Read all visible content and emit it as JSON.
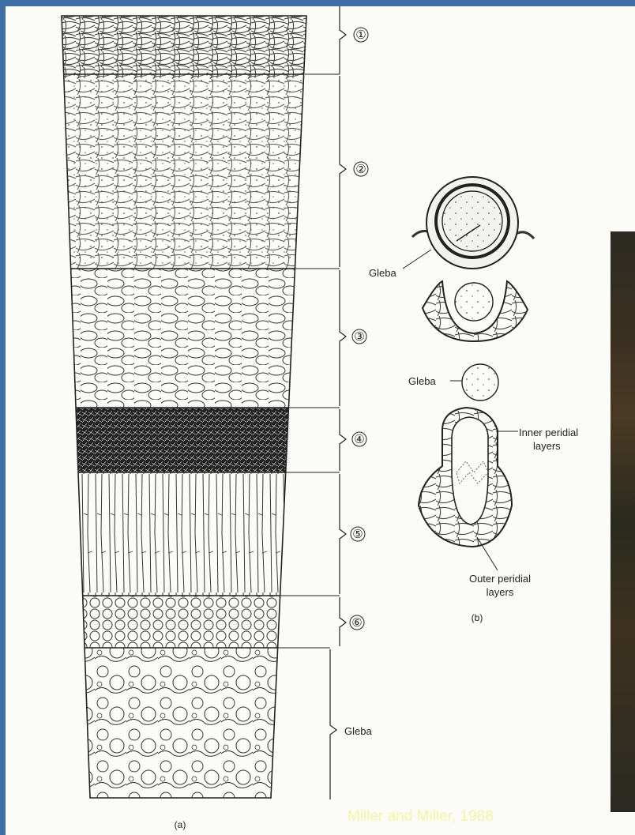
{
  "diagram": {
    "layers": [
      {
        "number": "①"
      },
      {
        "number": "②"
      },
      {
        "number": "③"
      },
      {
        "number": "④"
      },
      {
        "number": "⑤"
      },
      {
        "number": "⑥"
      }
    ],
    "gleba_label": "Gleba",
    "panel_a_caption": "(a)",
    "panel_b_caption": "(b)",
    "panel_b": {
      "gleba_top": "Gleba",
      "gleba_middle": "Gleba",
      "inner_peridial_line1": "Inner peridial",
      "inner_peridial_line2": "layers",
      "outer_peridial_line1": "Outer peridial",
      "outer_peridial_line2": "layers"
    }
  },
  "credit": "Miller and Miller, 1988"
}
